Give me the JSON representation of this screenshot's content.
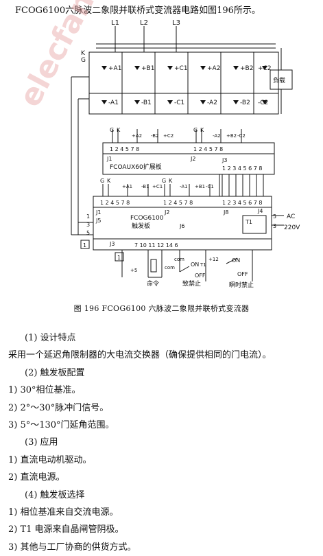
{
  "intro": "FCOG6100六脉波二象限并联桥式变流器电路如图196所示。",
  "figure": {
    "lines": [
      "L1",
      "L2",
      "L3"
    ],
    "gate_label": "K",
    "gate_label2": "G",
    "top_thyristors": [
      "+A1",
      "+B1",
      "+C1",
      "+A2",
      "+B2",
      "+C2"
    ],
    "bottom_thyristors": [
      "-A1",
      "-B1",
      "-C1",
      "-A2",
      "-B2",
      "-C2"
    ],
    "load": "负载",
    "exp_board_name": "FCOAUX60扩展板",
    "exp_conn_top": [
      "+A2",
      "-B2",
      "+C2"
    ],
    "exp_conn_top2": [
      "-A2",
      "+B2",
      "-C2"
    ],
    "exp_j1": "J1",
    "exp_j2": "J2",
    "exp_j3": "J3",
    "exp_pins_a": "1  2  4  5  7  8",
    "exp_pins_b": "1  2  4  5  7  8",
    "exp_pins_j3": "1 2 3 4 5 6 7 8",
    "main_board_name": "FCOG6100",
    "main_board_sub": "触发板",
    "main_conn_top": [
      "+A1",
      "-B1",
      "+C1"
    ],
    "main_conn_top2": [
      "-A1",
      "+B1",
      "-C1"
    ],
    "main_pins_a": "1  2  4  5  7  8",
    "main_pins_b": "1  2  4  5  7  8",
    "main_pins_j8": "1 2 3 4 5 6 7 8",
    "j_labels": [
      "J1",
      "J2",
      "J8",
      "J5",
      "J6",
      "J4",
      "J3",
      "T1"
    ],
    "left_pins": [
      "1",
      "3",
      "5"
    ],
    "right_pins": [
      "5",
      "3"
    ],
    "ac_label": "AC",
    "v_label": "220V",
    "bottom_pins": "7  10  11  12    14        6",
    "bottom_left_pin": "1",
    "plus5": "+5",
    "com": "com",
    "com2": "com",
    "plus12": "+12",
    "t1": "T1",
    "on": "ON",
    "off": "OFF",
    "on2": "ON",
    "off2": "OFF",
    "cmd": "命令",
    "inhibit": "致禁止",
    "instant_stop": "瞬时禁止",
    "left_box": "1"
  },
  "caption": "图 196    FCOG6100 六脉波二象限并联桥式变流器",
  "watermark": "elecfans.com",
  "body": [
    {
      "kind": "head",
      "text": "(1) 设计特点"
    },
    {
      "kind": "item",
      "text": "采用一个延迟角限制器的大电流交换器（确保提供相同的门电流）。"
    },
    {
      "kind": "head",
      "text": "(2) 触发板配置"
    },
    {
      "kind": "item",
      "text": "1) 30°相位基准。"
    },
    {
      "kind": "item",
      "text": "2) 2°～30°脉冲门信号。"
    },
    {
      "kind": "item",
      "text": "3) 5°～130°门延角范围。"
    },
    {
      "kind": "head",
      "text": "(3) 应用"
    },
    {
      "kind": "item",
      "text": "1) 直流电动机驱动。"
    },
    {
      "kind": "item",
      "text": "2) 直流电源。"
    },
    {
      "kind": "head",
      "text": "(4) 触发板选择"
    },
    {
      "kind": "item",
      "text": "1) 相位基准来自交流电源。"
    },
    {
      "kind": "item",
      "text": "2) T1 电源来自晶闸管阴极。"
    },
    {
      "kind": "item",
      "text": "3) 其他与工厂协商的供货方式。"
    }
  ]
}
